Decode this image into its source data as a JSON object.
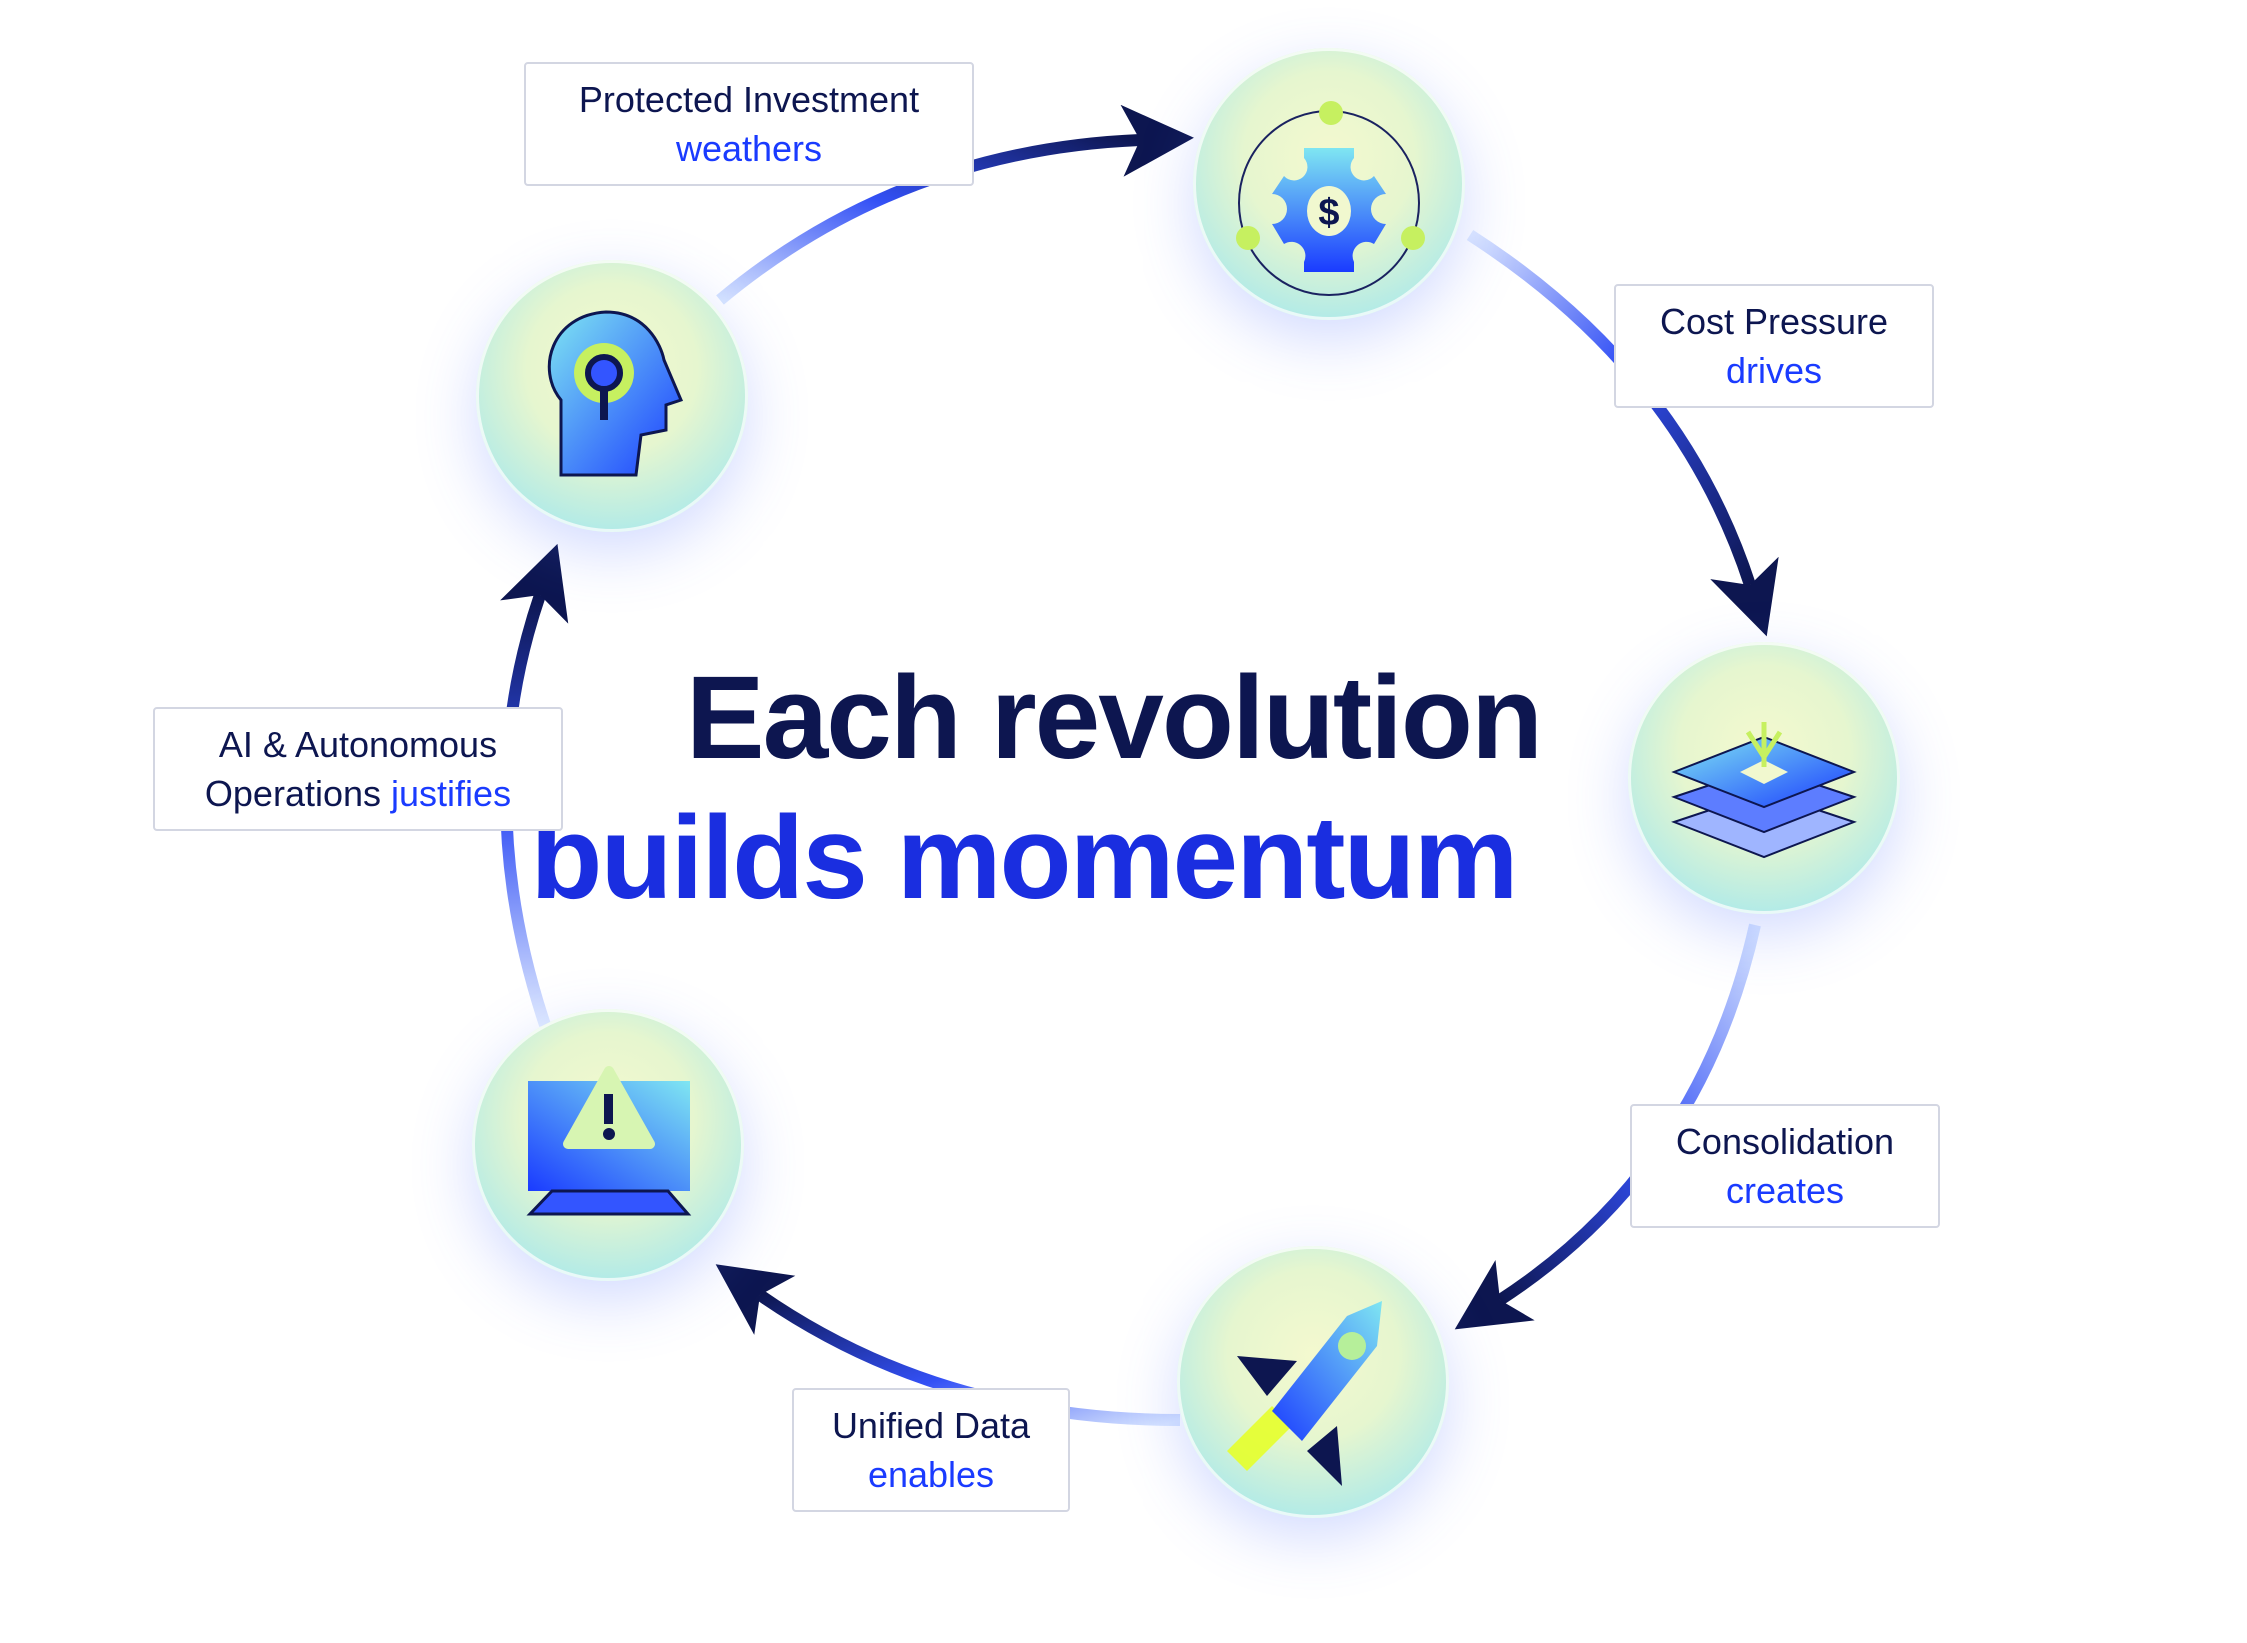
{
  "title": {
    "line1": "Each revolution",
    "line2": "builds momentum"
  },
  "colors": {
    "dark": "#0d1650",
    "accent": "#1a3bff"
  },
  "steps": [
    {
      "icon": "gear-dollar-icon",
      "label": "Protected Investment",
      "verb": "weathers"
    },
    {
      "icon": "layers-icon",
      "label": "Cost Pressure",
      "verb": "drives"
    },
    {
      "icon": "rocket-icon",
      "label": "Consolidation",
      "verb": "creates"
    },
    {
      "icon": "monitor-warning-icon",
      "label": "Unified Data",
      "verb": "enables"
    },
    {
      "icon": "head-gear-icon",
      "label": "AI & Autonomous Operations",
      "label_line1": "AI & Autonomous",
      "label_line2": "Operations",
      "verb": "justifies"
    }
  ]
}
